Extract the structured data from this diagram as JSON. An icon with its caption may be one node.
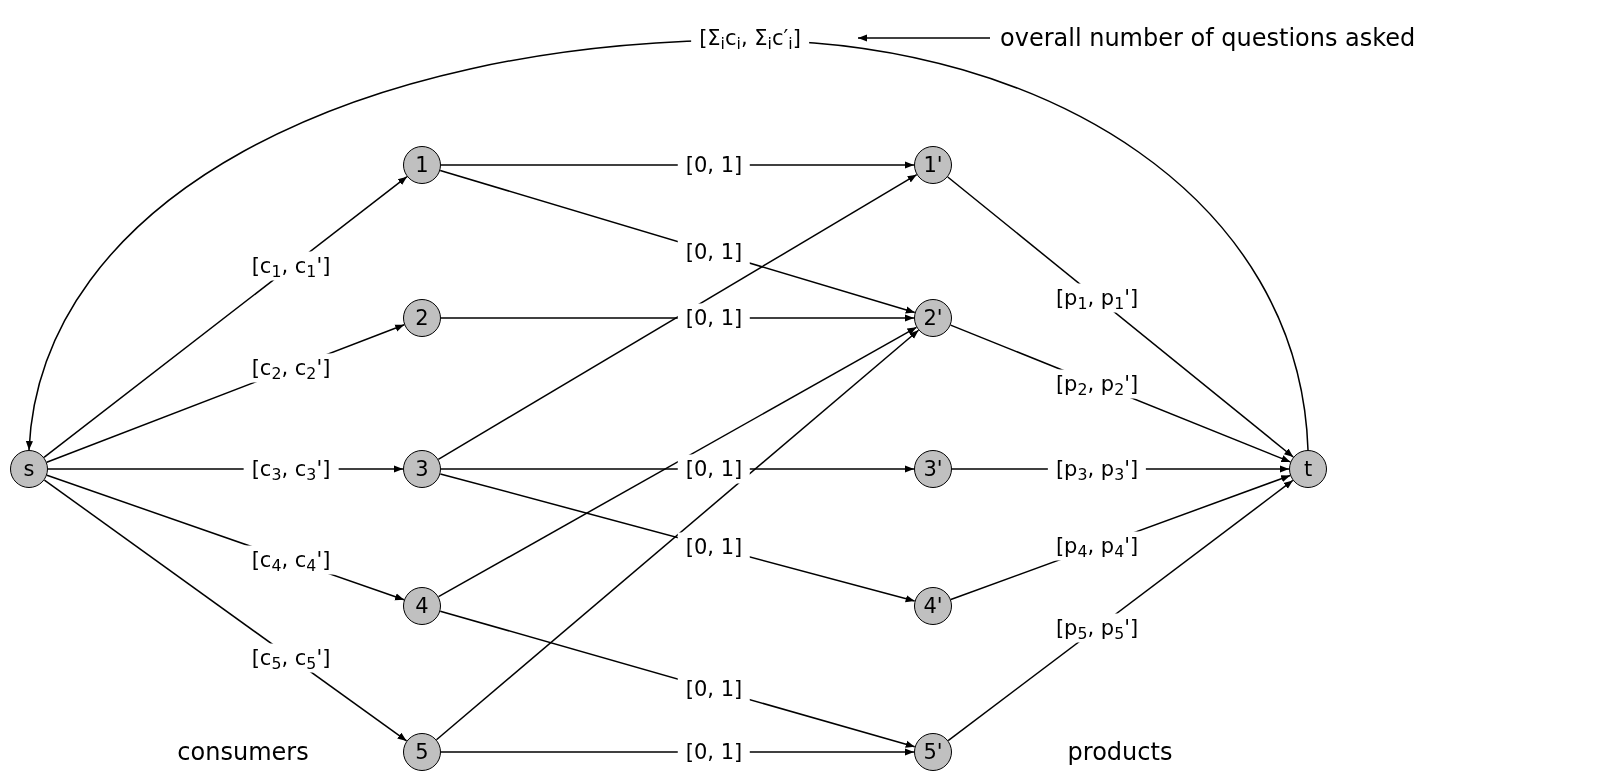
{
  "diagram": {
    "nodes": [
      {
        "text": [
          "s"
        ]
      },
      {
        "text": [
          "1"
        ]
      },
      {
        "text": [
          "2"
        ]
      },
      {
        "text": [
          "3"
        ]
      },
      {
        "text": [
          "4"
        ]
      },
      {
        "text": [
          "5"
        ]
      },
      {
        "text": [
          "1'"
        ]
      },
      {
        "text": [
          "2'"
        ]
      },
      {
        "text": [
          "3'"
        ]
      },
      {
        "text": [
          "4'"
        ]
      },
      {
        "text": [
          "5'"
        ]
      },
      {
        "text": [
          "t"
        ]
      },
      {
        "text": [
          "overall number of questions asked"
        ]
      }
    ],
    "edges": [
      {
        "from": 0,
        "to": 1,
        "arrow": "to",
        "label": "[c$_{1}$, c$_{1}$']"
      },
      {
        "from": 0,
        "to": 2,
        "arrow": "to",
        "label": "[c$_{2}$, c$_{2}$']"
      },
      {
        "from": 0,
        "to": 3,
        "arrow": "to",
        "label": "[c$_{3}$, c$_{3}$']"
      },
      {
        "from": 0,
        "to": 4,
        "arrow": "to",
        "label": "[c$_{4}$, c$_{4}$']"
      },
      {
        "from": 0,
        "to": 5,
        "arrow": "to",
        "label": "[c$_{5}$, c$_{5}$']"
      },
      {
        "from": 1,
        "to": 6,
        "arrow": "to",
        "label": "[0, 1]"
      },
      {
        "from": 1,
        "to": 7,
        "arrow": "to",
        "label": "[0, 1]"
      },
      {
        "from": 2,
        "to": 7,
        "arrow": "to",
        "label": "[0, 1]"
      },
      {
        "from": 3,
        "to": 6,
        "arrow": "to"
      },
      {
        "from": 3,
        "to": 8,
        "arrow": "to",
        "label": "[0, 1]"
      },
      {
        "from": 3,
        "to": 9,
        "arrow": "to",
        "label": "[0, 1]"
      },
      {
        "from": 4,
        "to": 7,
        "arrow": "to"
      },
      {
        "from": 4,
        "to": 10,
        "arrow": "to",
        "label": "[0, 1]"
      },
      {
        "from": 5,
        "to": 7,
        "arrow": "to"
      },
      {
        "from": 5,
        "to": 10,
        "arrow": "to",
        "label": "[0, 1]"
      },
      {
        "from": 6,
        "to": 11,
        "arrow": "to",
        "label": "[p$_{1}$, p$_{1}$']"
      },
      {
        "from": 7,
        "to": 11,
        "arrow": "to",
        "label": "[p$_{2}$, p$_{2}$']"
      },
      {
        "from": 8,
        "to": 11,
        "arrow": "to",
        "label": "[p$_{3}$, p$_{3}$']"
      },
      {
        "from": 9,
        "to": 11,
        "arrow": "to",
        "label": "[p$_{4}$, p$_{4}$']"
      },
      {
        "from": 10,
        "to": 11,
        "arrow": "to",
        "label": "[p$_{5}$, p$_{5}$']"
      },
      {
        "from": 11,
        "to": 0,
        "arrow": "to",
        "label": "[Σ$_{i}$c$_{i}$, Σ$_{i}$c′$_{i}$]"
      },
      {
        "from": 12,
        "to": null,
        "arrow": "to"
      }
    ],
    "labels": [
      "consumers",
      "products"
    ]
  }
}
